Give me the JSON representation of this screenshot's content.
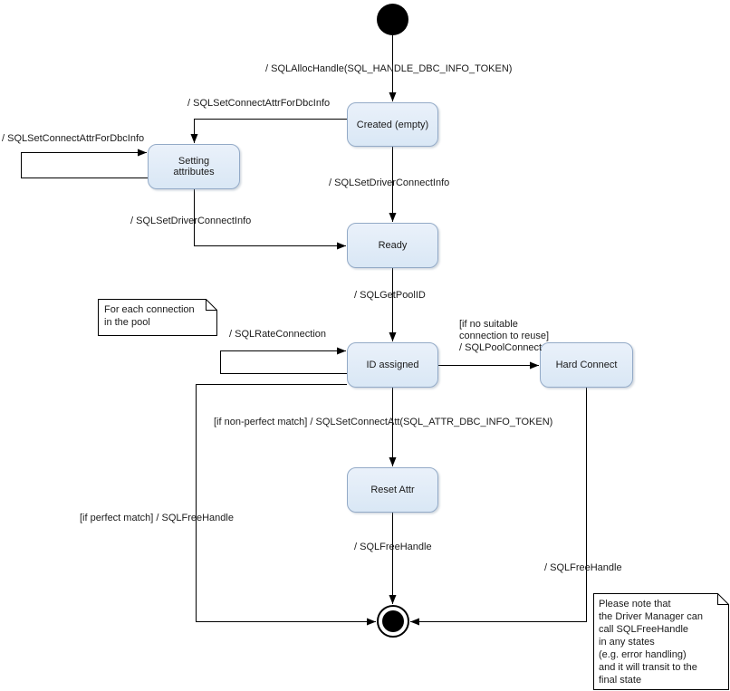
{
  "diagram": {
    "type": "uml-state-diagram",
    "states": {
      "created": "Created (empty)",
      "setting_attributes": "Setting\nattributes",
      "ready": "Ready",
      "id_assigned": "ID assigned",
      "hard_connect": "Hard Connect",
      "reset_attr": "Reset Attr"
    },
    "transitions": {
      "alloc_handle": "/ SQLAllocHandle(SQL_HANDLE_DBC_INFO_TOKEN)",
      "set_connect_attr_to_setting": "/ SQLSetConnectAttrForDbcInfo",
      "set_connect_attr_self_loop": "/ SQLSetConnectAttrForDbcInfo",
      "set_driver_connect_from_created": "/ SQLSetDriverConnectInfo",
      "set_driver_connect_from_setting": "/ SQLSetDriverConnectInfo",
      "get_pool_id": "/ SQLGetPoolID",
      "rate_connection": "/ SQLRateConnection",
      "pool_connect": "[if no suitable\nconnection to reuse]\n/ SQLPoolConnect",
      "set_connect_att": "[if non-perfect match] / SQLSetConnectAtt(SQL_ATTR_DBC_INFO_TOKEN)",
      "free_handle_from_reset": "/ SQLFreeHandle",
      "free_handle_perfect_match": "[if perfect match] / SQLFreeHandle",
      "free_handle_from_hard_connect": "/ SQLFreeHandle"
    },
    "notes": {
      "pool_note": "For each connection\nin the pool",
      "driver_manager_note": "Please note that\nthe Driver Manager can\ncall SQLFreeHandle\nin any states\n(e.g. error handling)\nand it will transit to the\nfinal state"
    },
    "colors": {
      "state_fill_top": "#eaf1fa",
      "state_fill_bottom": "#d9e7f5",
      "state_border": "#93aac7",
      "connector": "#000000",
      "note_fill": "#ffffff",
      "note_border": "#000000",
      "background": "#ffffff"
    }
  }
}
